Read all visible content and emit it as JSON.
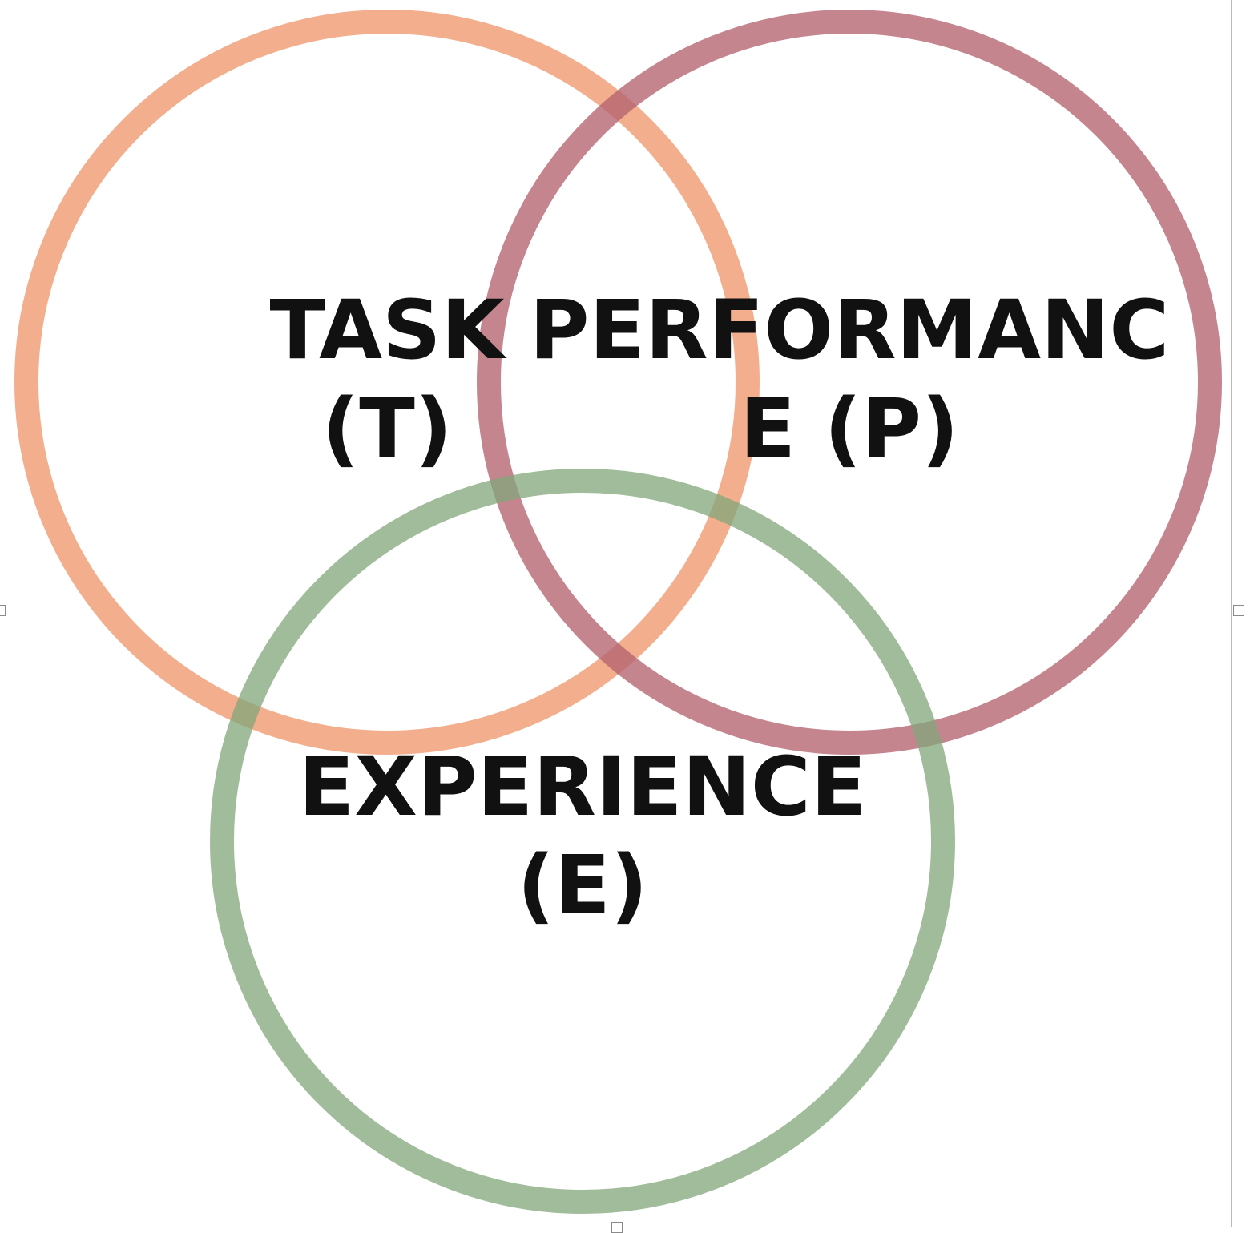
{
  "colors": {
    "task": "#ef9a71",
    "performance": "#b5636f",
    "experience": "#82a67a",
    "text": "#111111"
  },
  "circles": [
    {
      "id": "task",
      "lines": [
        "TASK",
        "(T)"
      ]
    },
    {
      "id": "performance",
      "lines": [
        "PERFORMANC",
        "E (P)"
      ]
    },
    {
      "id": "experience",
      "lines": [
        "EXPERIENCE",
        "(E)"
      ]
    }
  ]
}
